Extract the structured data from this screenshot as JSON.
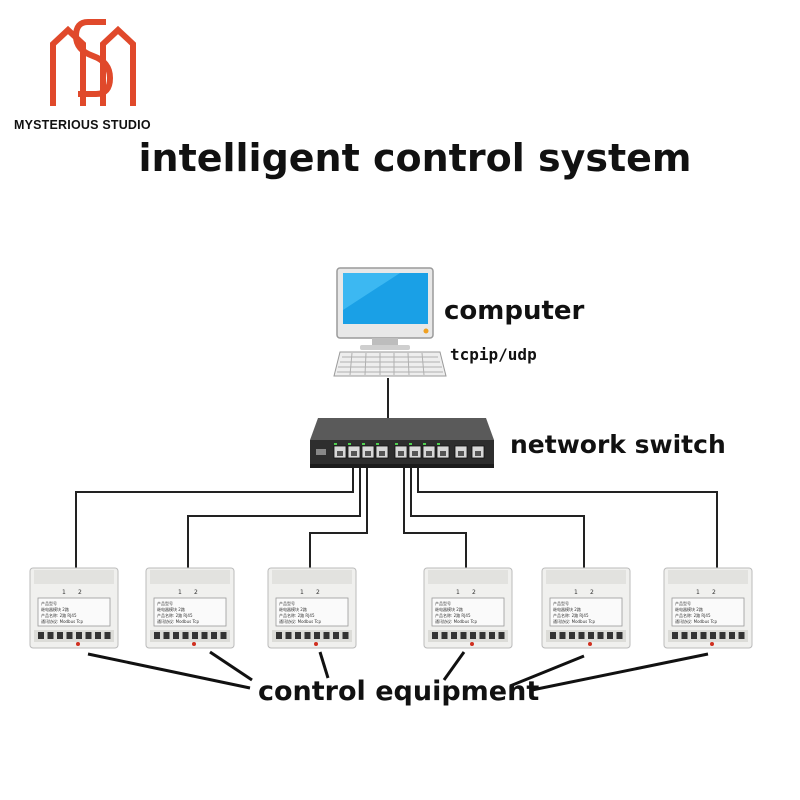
{
  "brand": {
    "studio_name": "MYSTERIOUS STUDIO",
    "logo_color": "#e0492b"
  },
  "title": "intelligent control system",
  "labels": {
    "computer": "computer",
    "protocol": "tcpip/udp",
    "network_switch": "network switch",
    "control_equipment": "control equipment"
  },
  "module": {
    "terminal_top": [
      "1",
      "2"
    ],
    "info_lines": [
      "产品型号",
      "继电器模块 2路",
      "产品名称: 2路 RJ45",
      "通讯协议: Modbus Tcp"
    ],
    "count": 6
  },
  "icons": {
    "computer": "desktop-computer-icon",
    "switch": "ethernet-switch-icon",
    "module": "relay-module-icon"
  }
}
